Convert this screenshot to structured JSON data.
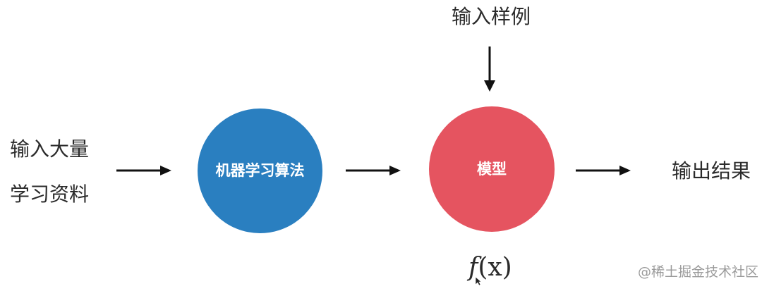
{
  "diagram": {
    "input_data_line1": "输入大量",
    "input_data_line2": "学习资料",
    "algorithm_node": "机器学习算法",
    "model_node": "模型",
    "input_sample": "输入样例",
    "output_result": "输出结果",
    "formula_symbol": "f",
    "formula_arg": "(x)",
    "algorithm_color": "#2a7fc0",
    "model_color": "#e55460"
  },
  "watermark": {
    "text": "@稀土掘金技术社区"
  }
}
